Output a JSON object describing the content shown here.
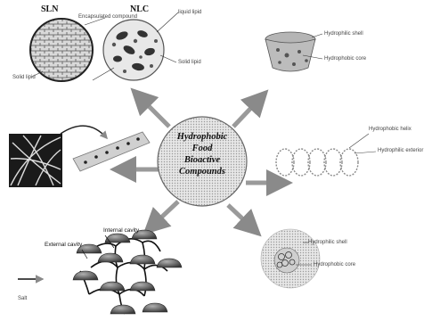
{
  "center": {
    "lines": [
      "Hydrophobic",
      "Food",
      "Bioactive",
      "Compounds"
    ]
  },
  "sln_nlc": {
    "sln_title": "SLN",
    "nlc_title": "NLC",
    "encapsulated_compound": "Encapsulated compound",
    "liquid_lipid": "liquid lipid",
    "solid_lipid_left": "Solid lipid",
    "solid_lipid_right": "Solid lipid"
  },
  "cyclodextrin": {
    "hydrophilic_shell": "Hydrophilic shell",
    "hydrophobic_core": "Hydrophobic core"
  },
  "helix": {
    "hydrophobic_helix": "Hydrophobic helix",
    "hydrophilic_exterior": "Hydrophilic exterior"
  },
  "network": {
    "internal_cavity": "Internal cavity",
    "external_cavity": "External cavity",
    "arrow_label": "Salt"
  },
  "micelle": {
    "hydrophilic_shell": "Hydrophilic shell",
    "hydrophobic_core": "Hydrophobic core"
  },
  "colors": {
    "center_fill": "#bdbdbd",
    "arrow": "#9a9a9a",
    "dark": "#1a1a1a"
  }
}
